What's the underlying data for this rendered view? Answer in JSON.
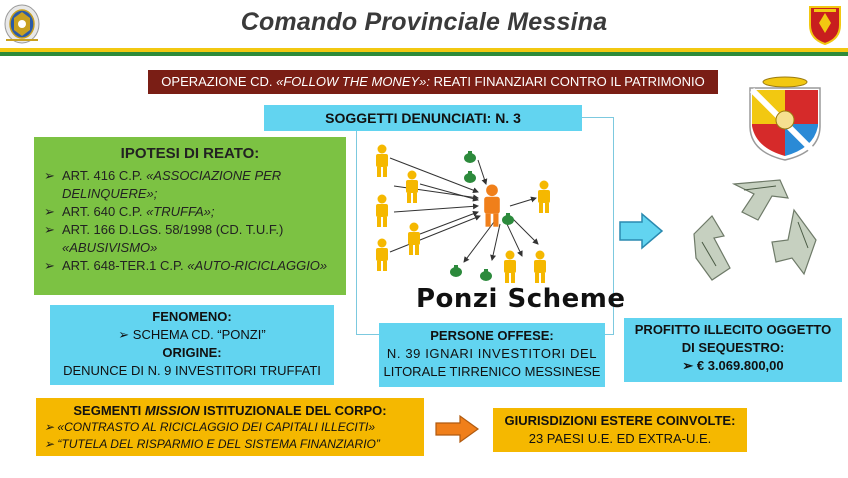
{
  "header": {
    "title": "Comando Provinciale Messina"
  },
  "operation": {
    "prefix": "OPERAZIONE CD. ",
    "name": "«FOLLOW THE MONEY»:",
    "suffix": " REATI FINANZIARI CONTRO IL PATRIMONIO"
  },
  "soggetti": {
    "label": "SOGGETTI DENUNCIATI: N. 3"
  },
  "ipotesi": {
    "title": "IPOTESI DI REATO:",
    "items": [
      {
        "normal": "ART. 416 C.P. ",
        "italic": "«ASSOCIAZIONE PER DELINQUERE»;"
      },
      {
        "normal": "ART. 640 C.P. ",
        "italic": "«TRUFFA»;"
      },
      {
        "normal": "ART. 166 D.LGS. 58/1998 (CD. T.U.F.) ",
        "italic": "«ABUSIVISMO»"
      },
      {
        "normal": "ART. 648-TER.1 C.P. ",
        "italic": "«AUTO-RICICLAGGIO»"
      }
    ]
  },
  "diagram": {
    "caption": "Ponzi Scheme"
  },
  "fenomeno": {
    "title": "FENOMENO:",
    "value": "SCHEMA CD. “PONZI”",
    "origin_title": "ORIGINE:",
    "origin_value": "DENUNCE DI N. 9 INVESTITORI TRUFFATI"
  },
  "persone": {
    "title": "PERSONE OFFESE:",
    "line1": "N. 39 IGNARI INVESTITORI DEL",
    "line2": "LITORALE TIRRENICO MESSINESE"
  },
  "profitto": {
    "line1": "PROFITTO ILLECITO OGGETTO",
    "line2": "DI SEQUESTRO:",
    "amount": "€ 3.069.800,00"
  },
  "segmenti": {
    "title_a": "SEGMENTI ",
    "title_b": "MISSION",
    "title_c": " ISTITUZIONALE DEL CORPO:",
    "items": [
      "«CONTRASTO AL RICICLAGGIO DEI CAPITALI ILLECITI»",
      "“TUTELA DEL RISPARMIO E DEL SISTEMA FINANZIARIO”"
    ]
  },
  "giurisdizioni": {
    "title": "GIURISDIZIONI ESTERE COINVOLTE:",
    "value": "23 PAESI U.E. ED EXTRA-U.E."
  },
  "colors": {
    "banner": "#7a1e15",
    "cyan": "#62d4f0",
    "green": "#7cc243",
    "amber": "#f5b800",
    "stripe_yellow": "#f2c811",
    "stripe_green": "#2e8b3a",
    "person_yellow": "#f5b800",
    "person_orange": "#f07f1a",
    "money_green": "#2c8a3c"
  },
  "icons": {
    "left_logo": "guardia-di-finanza-emblem-icon",
    "right_logo": "provincial-shield-icon",
    "crest": "messina-crest-icon",
    "money": "money-recycle-icon"
  }
}
